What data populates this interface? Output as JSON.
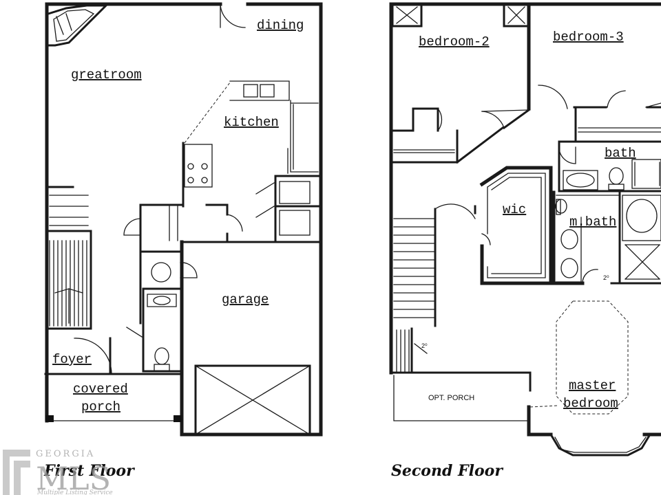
{
  "first_floor": {
    "caption": "First Floor",
    "rooms": {
      "dining": "dining",
      "greatroom": "greatroom",
      "kitchen": "kitchen",
      "garage": "garage",
      "foyer": "foyer",
      "covered": "covered",
      "porch": "porch"
    }
  },
  "second_floor": {
    "caption": "Second Floor",
    "rooms": {
      "bedroom2": "bedroom-2",
      "bedroom3": "bedroom-3",
      "bath": "bath",
      "wic": "wic",
      "mbath": "m.bath",
      "master": "master",
      "bedroom": "bedroom",
      "opt_porch": "OPT. PORCH",
      "two_a": "2⁰",
      "two_b": "2⁰"
    }
  },
  "watermark": {
    "line1": "GEORGIA",
    "line2": "MLS",
    "line3": "Multiple Listing Service"
  }
}
